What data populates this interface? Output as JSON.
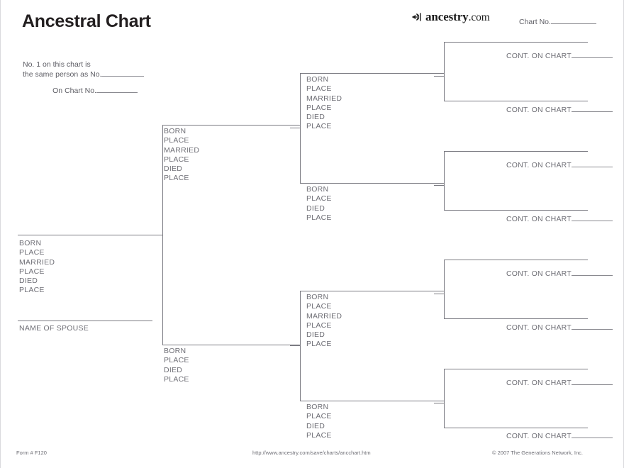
{
  "document": {
    "title": "Ancestral Chart",
    "form_number": "Form # F120",
    "url": "http://www.ancestry.com/save/charts/ancchart.htm",
    "copyright": "© 2007 The Generations Network, Inc.",
    "line_color": "#7b7b82",
    "text_color": "#6e6e75",
    "title_color": "#231f20"
  },
  "brand": {
    "name_bold": "ancestry",
    "name_light": ".com",
    "mark": "leaf-icon"
  },
  "header": {
    "chart_no_label": "Chart No.",
    "note_line_1": "No. 1 on this chart is",
    "note_line_2": "the same person as No.",
    "note_line_3": "On Chart No."
  },
  "labels": {
    "born": "BORN",
    "place": "PLACE",
    "married": "MARRIED",
    "died": "DIED",
    "name_of_spouse": "NAME OF SPOUSE",
    "cont_on_chart": "CONT. ON CHART"
  },
  "person_1": {
    "fields": [
      "BORN",
      "PLACE",
      "MARRIED",
      "PLACE",
      "DIED",
      "PLACE"
    ],
    "spouse_label": "NAME OF SPOUSE"
  },
  "generation_2": [
    {
      "id": 2,
      "sex": "male",
      "fields": [
        "BORN",
        "PLACE",
        "MARRIED",
        "PLACE",
        "DIED",
        "PLACE"
      ]
    },
    {
      "id": 3,
      "sex": "female",
      "fields": [
        "BORN",
        "PLACE",
        "DIED",
        "PLACE"
      ]
    }
  ],
  "generation_3": [
    {
      "id": 4,
      "sex": "male",
      "fields": [
        "BORN",
        "PLACE",
        "MARRIED",
        "PLACE",
        "DIED",
        "PLACE"
      ]
    },
    {
      "id": 5,
      "sex": "female",
      "fields": [
        "BORN",
        "PLACE",
        "DIED",
        "PLACE"
      ]
    },
    {
      "id": 6,
      "sex": "male",
      "fields": [
        "BORN",
        "PLACE",
        "MARRIED",
        "PLACE",
        "DIED",
        "PLACE"
      ]
    },
    {
      "id": 7,
      "sex": "female",
      "fields": [
        "BORN",
        "PLACE",
        "DIED",
        "PLACE"
      ]
    }
  ],
  "generation_4": [
    {
      "id": 8,
      "label": "CONT. ON CHART"
    },
    {
      "id": 9,
      "label": "CONT. ON CHART"
    },
    {
      "id": 10,
      "label": "CONT. ON CHART"
    },
    {
      "id": 11,
      "label": "CONT. ON CHART"
    },
    {
      "id": 12,
      "label": "CONT. ON CHART"
    },
    {
      "id": 13,
      "label": "CONT. ON CHART"
    },
    {
      "id": 14,
      "label": "CONT. ON CHART"
    },
    {
      "id": 15,
      "label": "CONT. ON CHART"
    }
  ]
}
